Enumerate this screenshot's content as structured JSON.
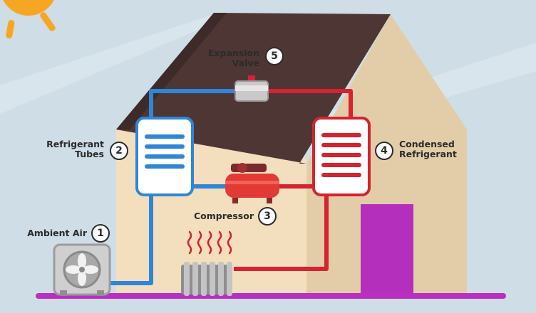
{
  "colors": {
    "sky": "#cfdde6",
    "roof": "#4e3634",
    "wall_front": "#f3dfbd",
    "wall_side": "#e2cda8",
    "cold_pipe": "#2f86d8",
    "hot_pipe": "#d6232f",
    "door": "#b52fbd",
    "ground": "#b92fc0",
    "sun": "#f6a623"
  },
  "components": [
    {
      "number": "1",
      "label_lines": [
        "Ambient Air"
      ],
      "icon": "fan-icon"
    },
    {
      "number": "2",
      "label_lines": [
        "Refrigerant",
        "Tubes"
      ],
      "icon": "evaporator-coil-icon"
    },
    {
      "number": "3",
      "label_lines": [
        "Compressor"
      ],
      "icon": "compressor-icon"
    },
    {
      "number": "4",
      "label_lines": [
        "Condensed",
        "Refrigerant"
      ],
      "icon": "condenser-coil-icon"
    },
    {
      "number": "5",
      "label_lines": [
        "Expansion",
        "Valve"
      ],
      "icon": "valve-icon"
    }
  ]
}
